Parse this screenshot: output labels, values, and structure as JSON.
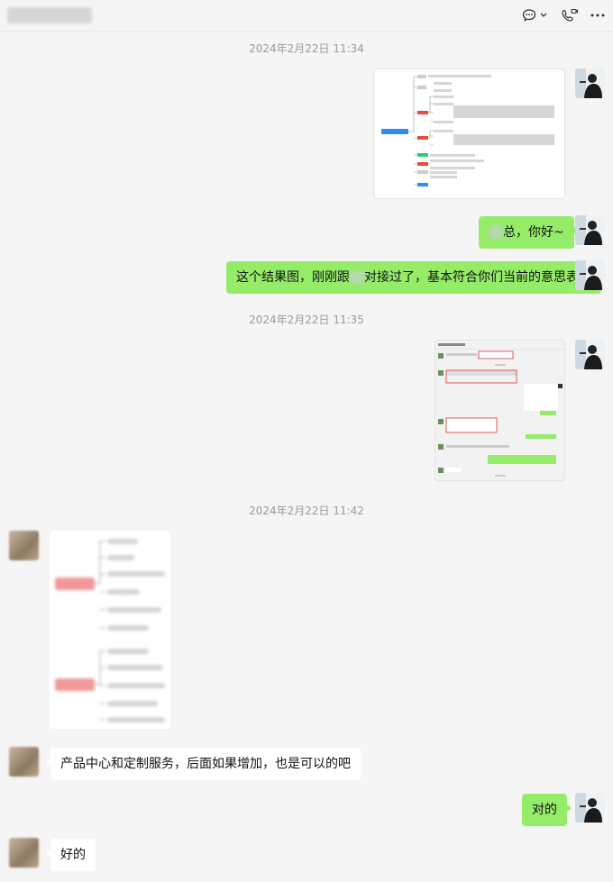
{
  "header": {
    "chat_title": "",
    "icons": [
      "chat-icon",
      "chevron-down-icon",
      "video-call-icon",
      "more-icon"
    ]
  },
  "timestamps": {
    "t1": "2024年2月22日 11:34",
    "t2": "2024年2月22日 11:35",
    "t3": "2024年2月22日 11:42"
  },
  "messages": {
    "greeting_suffix": "总，你好~",
    "result_part1": "这个结果图，刚刚跟",
    "result_part2": "对接过了，基本符合你们当前的意思表达",
    "product_center": "产品中心和定制服务，后面如果增加，也是可以的吧",
    "reply_yes": "对的",
    "reply_ok": "好的"
  },
  "colors": {
    "self_bubble": "#95ec69",
    "other_bubble": "#ffffff",
    "background": "#f5f5f5",
    "timestamp": "#9a9a9a"
  }
}
